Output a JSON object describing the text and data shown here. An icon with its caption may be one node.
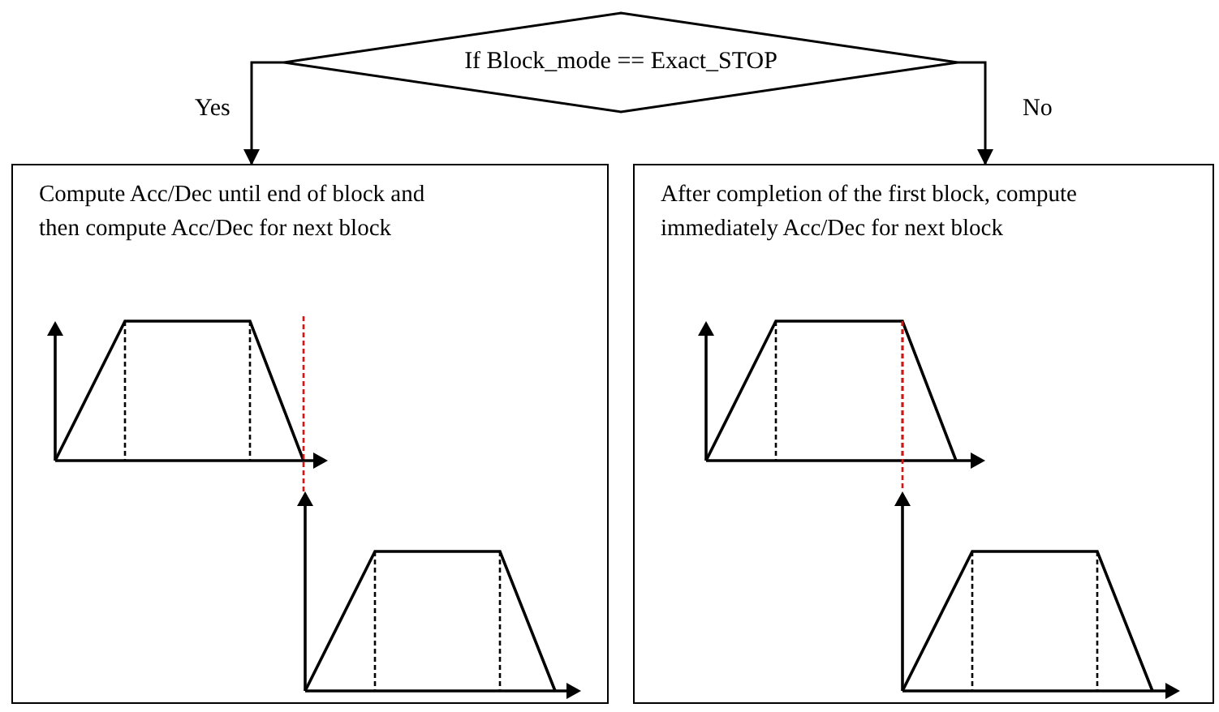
{
  "diagram": {
    "nodes": [
      {
        "text": [
          "If Block_mode == Exact_STOP"
        ]
      },
      {
        "text": [
          "Compute Acc/Dec until end of block and then compute Acc/Dec for next block"
        ]
      },
      {
        "text": [
          "After completion of the first block, compute immediately Acc/Dec for next block"
        ]
      }
    ],
    "edges": [
      {
        "from": 0,
        "to": 1,
        "arrow": "to",
        "label": "Yes"
      },
      {
        "from": 0,
        "to": 2,
        "arrow": "to",
        "label": "No"
      }
    ]
  }
}
